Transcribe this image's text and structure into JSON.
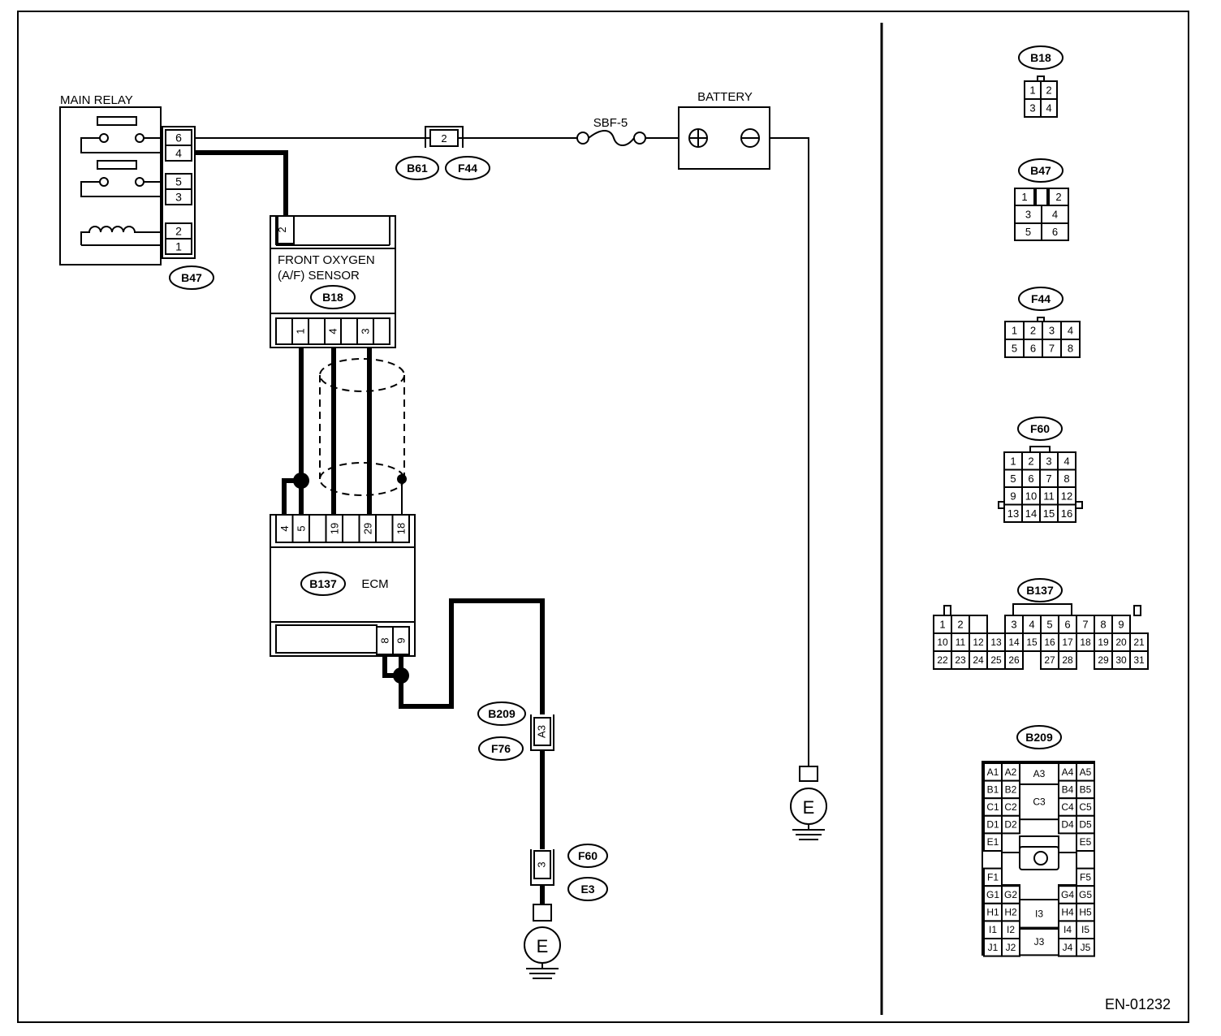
{
  "diagram_id": "EN-01232",
  "main_relay": {
    "title": "MAIN RELAY",
    "connector": "B47",
    "pins": [
      "6",
      "4",
      "5",
      "3",
      "",
      "2",
      "1"
    ]
  },
  "fuse": {
    "label": "SBF-5"
  },
  "battery": {
    "label": "BATTERY",
    "plus": "⊕",
    "minus": "⊖"
  },
  "inline_connector": {
    "pin": "2",
    "codes": [
      "B61",
      "F44"
    ]
  },
  "sensor": {
    "title_line1": "FRONT OXYGEN",
    "title_line2": "(A/F) SENSOR",
    "connector": "B18",
    "top_pin": "2",
    "bottom_pins": [
      "",
      "1",
      "",
      "4",
      "",
      "3",
      ""
    ]
  },
  "ecm": {
    "title": "ECM",
    "connector": "B137",
    "top_pins": [
      "4",
      "5",
      "",
      "19",
      "",
      "29",
      "",
      "18"
    ],
    "bottom_pins": [
      "8",
      "9"
    ]
  },
  "ground_connector_1": {
    "pin": "A3",
    "codes": [
      "B209",
      "F76"
    ]
  },
  "ground_connector_2": {
    "pin": "3",
    "codes": [
      "F60",
      "E3"
    ]
  },
  "ground_label": "E",
  "legend": {
    "B18": {
      "code": "B18",
      "pins": [
        "1",
        "2",
        "3",
        "4"
      ]
    },
    "B47": {
      "code": "B47",
      "pins": [
        "1",
        "2",
        "3",
        "4",
        "5",
        "6"
      ]
    },
    "F44": {
      "code": "F44",
      "pins": [
        "1",
        "2",
        "3",
        "4",
        "5",
        "6",
        "7",
        "8"
      ]
    },
    "F60": {
      "code": "F60",
      "pins": [
        "1",
        "2",
        "3",
        "4",
        "5",
        "6",
        "7",
        "8",
        "9",
        "10",
        "11",
        "12",
        "13",
        "14",
        "15",
        "16"
      ]
    },
    "B137": {
      "code": "B137",
      "row1": [
        "1",
        "2",
        "",
        "3",
        "4",
        "5",
        "6",
        "7",
        "8",
        "9"
      ],
      "row2": [
        "10",
        "11",
        "12",
        "13",
        "14",
        "15",
        "16",
        "17",
        "18",
        "19",
        "20",
        "21"
      ],
      "row3": [
        "22",
        "23",
        "24",
        "25",
        "26",
        "",
        "27",
        "28",
        "",
        "29",
        "30",
        "31"
      ]
    },
    "B209": {
      "code": "B209",
      "left": [
        [
          "A1",
          "A2"
        ],
        [
          "B1",
          "B2"
        ],
        [
          "C1",
          "C2"
        ],
        [
          "D1",
          "D2"
        ],
        [
          "E1",
          ""
        ],
        [
          "",
          ""
        ],
        [
          "F1",
          ""
        ],
        [
          "G1",
          "G2"
        ],
        [
          "H1",
          "H2"
        ],
        [
          "I1",
          "I2"
        ],
        [
          "J1",
          "J2"
        ]
      ],
      "right": [
        [
          "A4",
          "A5"
        ],
        [
          "B4",
          "B5"
        ],
        [
          "C4",
          "C5"
        ],
        [
          "D4",
          "D5"
        ],
        [
          "",
          "E5"
        ],
        [
          "",
          ""
        ],
        [
          "",
          "F5"
        ],
        [
          "G4",
          "G5"
        ],
        [
          "H4",
          "H5"
        ],
        [
          "I4",
          "I5"
        ],
        [
          "J4",
          "J5"
        ]
      ],
      "center": [
        "A3",
        "C3",
        "I3",
        "J3"
      ]
    }
  }
}
